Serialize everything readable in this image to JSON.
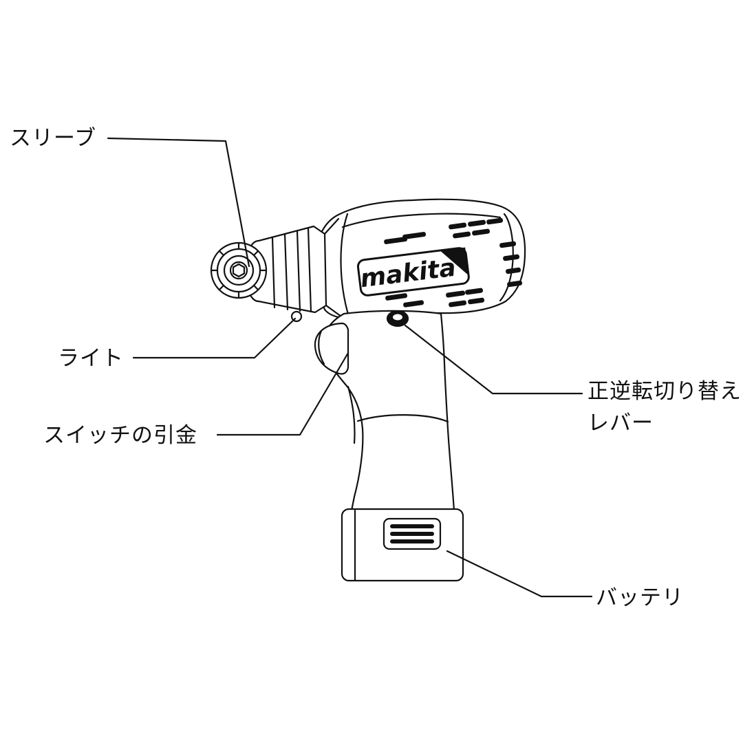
{
  "diagram": {
    "type": "parts-callout-diagram",
    "subject": "cordless impact driver",
    "brand": "makita",
    "labels": {
      "sleeve": "スリーブ",
      "light": "ライト",
      "trigger": "スイッチの引金",
      "fr_lever_line1": "正逆転切り替え",
      "fr_lever_line2": "レバー",
      "battery": "バッテリ"
    },
    "colors": {
      "line": "#111111",
      "background": "#ffffff"
    }
  }
}
